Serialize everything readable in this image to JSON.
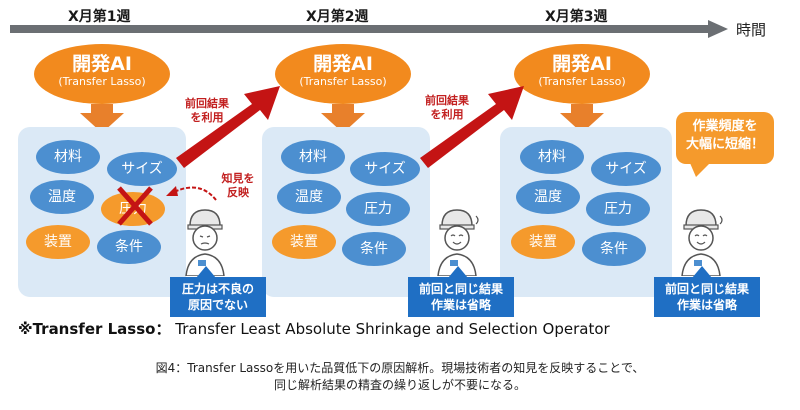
{
  "timeline": {
    "weeks": [
      "X月第1週",
      "X月第2週",
      "X月第3週"
    ],
    "axis_label": "時間"
  },
  "ai_model": {
    "title": "開発AI",
    "subtitle": "(Transfer Lasso)"
  },
  "panels": [
    {
      "items": [
        "材料",
        "サイズ",
        "温度",
        "圧力",
        "装置",
        "条件"
      ],
      "crossed": "圧力"
    },
    {
      "items": [
        "材料",
        "サイズ",
        "温度",
        "圧力",
        "装置",
        "条件"
      ]
    },
    {
      "items": [
        "材料",
        "サイズ",
        "温度",
        "圧力",
        "装置",
        "条件"
      ]
    }
  ],
  "transfer_labels": [
    "前回結果\nを利用",
    "前回結果\nを利用"
  ],
  "knowledge_label": "知見を\n反映",
  "callouts": {
    "week1": "圧力は不良の\n原因でない",
    "week2": "前回と同じ結果\n作業は省略",
    "week3": "前回と同じ結果\n作業は省略"
  },
  "speech_bubble": "作業頻度を\n大幅に短縮！",
  "footnote": {
    "term": "※Transfer Lasso：",
    "definition": "Transfer Least Absolute Shrinkage and Selection Operator"
  },
  "caption": {
    "line1": "図4：Transfer Lassoを用いた品質低下の原因解析。現場技術者の知見を反映することで、",
    "line2": "同じ解析結果の精査の繰り返しが不要になる。"
  },
  "colors": {
    "timeline": "#6b6f73",
    "ai_orange": "#f28a1e",
    "pill_blue": "#4c8fd0",
    "pill_orange": "#f59a2c",
    "panel_bg": "#dbe9f6",
    "red_arrow": "#c41414",
    "callout_blue": "#1f6fc4"
  }
}
